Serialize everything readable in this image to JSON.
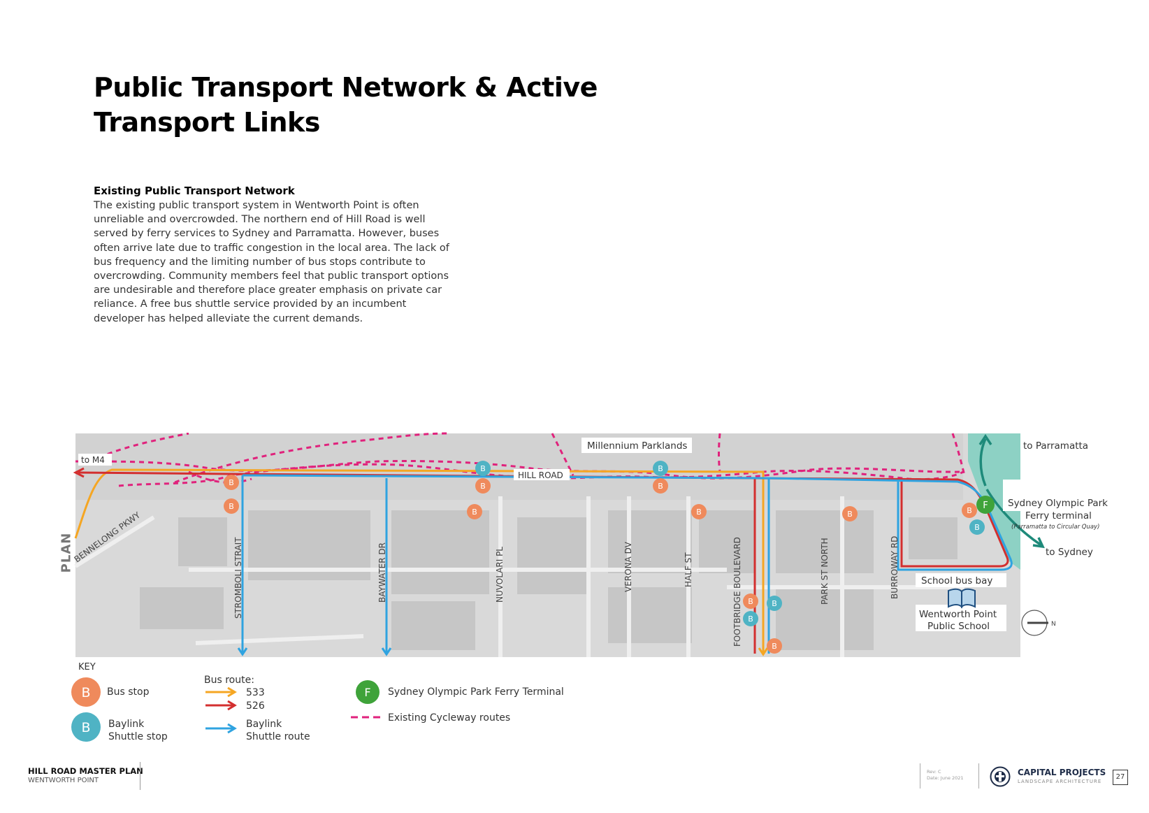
{
  "page": {
    "title_line1": "Public Transport Network & Active",
    "title_line2": "Transport Links"
  },
  "intro": {
    "heading": "Existing Public Transport Network",
    "body": "The existing public transport system in Wentworth Point is often unreliable and overcrowded. The northern end of Hill Road is well served by ferry services to Sydney and Parramatta. However, buses often arrive late due to traffic congestion in the local area. The lack of bus frequency and the limiting number of bus stops contribute to overcrowding. Community members feel that public transport options are undesirable and therefore place greater emphasis on private car reliance. A free bus shuttle service provided by an incumbent developer has helped alleviate the current demands."
  },
  "map": {
    "plan_label": "PLAN",
    "labels": {
      "millennium": "Millennium Parklands",
      "to_m4": "to M4",
      "hill_road": "HILL ROAD",
      "to_parramatta": "to Parramatta",
      "to_sydney": "to Sydney",
      "ferry_line1": "Sydney Olympic Park",
      "ferry_line2": "Ferry terminal",
      "ferry_sub": "(Parramatta to Circular Quay)",
      "school_bus_bay": "School bus bay",
      "school_line1": "Wentworth Point",
      "school_line2": "Public School",
      "north": "N"
    },
    "streets": {
      "bennelong": "BENNELONG PKWY",
      "stromboli": "STROMBOLI STRAIT",
      "baywater": "BAYWATER DR",
      "nuvolari": "NUVOLARI PL",
      "verona": "VERONA DV",
      "half": "HALF ST",
      "footbridge": "FOOTBRIDGE BOULEVARD",
      "park_st": "PARK ST NORTH",
      "burroway": "BURROWAY RD"
    },
    "stop_letters": {
      "bus": "B",
      "ferry": "F"
    },
    "colors": {
      "route_533": "#f5a623",
      "route_526": "#d32f2f",
      "baylink": "#2fa3e0",
      "cycleway": "#e0227c",
      "bus_stop": "#ef8a5c",
      "baylink_stop": "#4fb3c4",
      "ferry": "#3fa33a",
      "water": "#7fcfbf",
      "teal_arrow": "#1e8a7a"
    }
  },
  "key": {
    "title": "KEY",
    "bus_stop": "Bus stop",
    "baylink_stop_line1": "Baylink",
    "baylink_stop_line2": "Shuttle stop",
    "bus_route": "Bus route:",
    "route_533": "533",
    "route_526": "526",
    "baylink_route_line1": "Baylink",
    "baylink_route_line2": "Shuttle route",
    "ferry_terminal": "Sydney Olympic Park Ferry Terminal",
    "cycleway": "Existing Cycleway routes"
  },
  "footer": {
    "doc_title": "HILL ROAD MASTER PLAN",
    "doc_sub": "WENTWORTH POINT",
    "rev": "Rev: C",
    "date": "Date: June 2021",
    "brand": "CAPITAL PROJECTS",
    "brand_sub": "LANDSCAPE ARCHITECTURE",
    "page_number": "27"
  }
}
